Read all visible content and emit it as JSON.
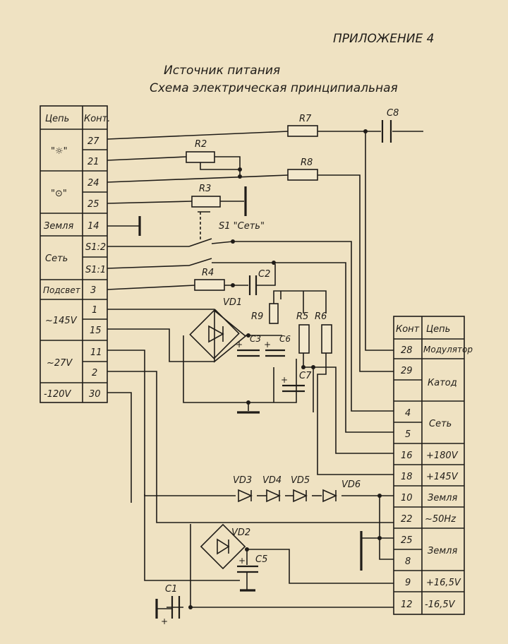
{
  "header": {
    "appendix": "ПРИЛОЖЕНИЕ 4",
    "title": "Источник питания",
    "subtitle": "Схема электрическая принципиальная"
  },
  "left_table": {
    "col_circuit": "Цепь",
    "col_contact": "Конт.",
    "groups": [
      {
        "circuit": "\"☼\"",
        "contacts": [
          "27",
          "21"
        ]
      },
      {
        "circuit": "\"⊙\"",
        "contacts": [
          "24",
          "25"
        ]
      },
      {
        "circuit": "Земля",
        "contacts": [
          "14"
        ]
      },
      {
        "circuit": "Сеть",
        "contacts": [
          "S1:2",
          "S1:1"
        ]
      },
      {
        "circuit": "Подсвет",
        "contacts": [
          "3"
        ]
      },
      {
        "circuit": "~145V",
        "contacts": [
          "1",
          "15"
        ]
      },
      {
        "circuit": "~27V",
        "contacts": [
          "11",
          "2"
        ]
      },
      {
        "circuit": "-120V",
        "contacts": [
          "30"
        ]
      }
    ]
  },
  "right_table": {
    "col_contact": "Конт",
    "col_circuit": "Цепь",
    "rows": [
      {
        "contacts": [
          "28"
        ],
        "circuit": "Модулятор"
      },
      {
        "contacts": [
          "29",
          ""
        ],
        "circuit": "Катод"
      },
      {
        "contacts": [
          "4",
          "5"
        ],
        "circuit": "Сеть"
      },
      {
        "contacts": [
          "16"
        ],
        "circuit": "+180V"
      },
      {
        "contacts": [
          "18"
        ],
        "circuit": "+145V"
      },
      {
        "contacts": [
          "10"
        ],
        "circuit": "Земля"
      },
      {
        "contacts": [
          "22"
        ],
        "circuit": "~50Hz"
      },
      {
        "contacts": [
          "25",
          "8"
        ],
        "circuit": "Земля"
      },
      {
        "contacts": [
          "9"
        ],
        "circuit": "+16,5V"
      },
      {
        "contacts": [
          "12"
        ],
        "circuit": "-16,5V"
      }
    ]
  },
  "components": {
    "r7": "R7",
    "r2": "R2",
    "r8": "R8",
    "r3": "R3",
    "r4": "R4",
    "r9": "R9",
    "r5": "R5",
    "r6": "R6",
    "c8": "C8",
    "c2": "C2",
    "c3": "C3",
    "c6": "C6",
    "c7": "C7",
    "c5": "C5",
    "c1": "C1",
    "vd1": "VD1",
    "vd2": "VD2",
    "vd3": "VD3",
    "vd4": "VD4",
    "vd5": "VD5",
    "vd6": "VD6",
    "s1": "S1 \"Сеть\""
  }
}
